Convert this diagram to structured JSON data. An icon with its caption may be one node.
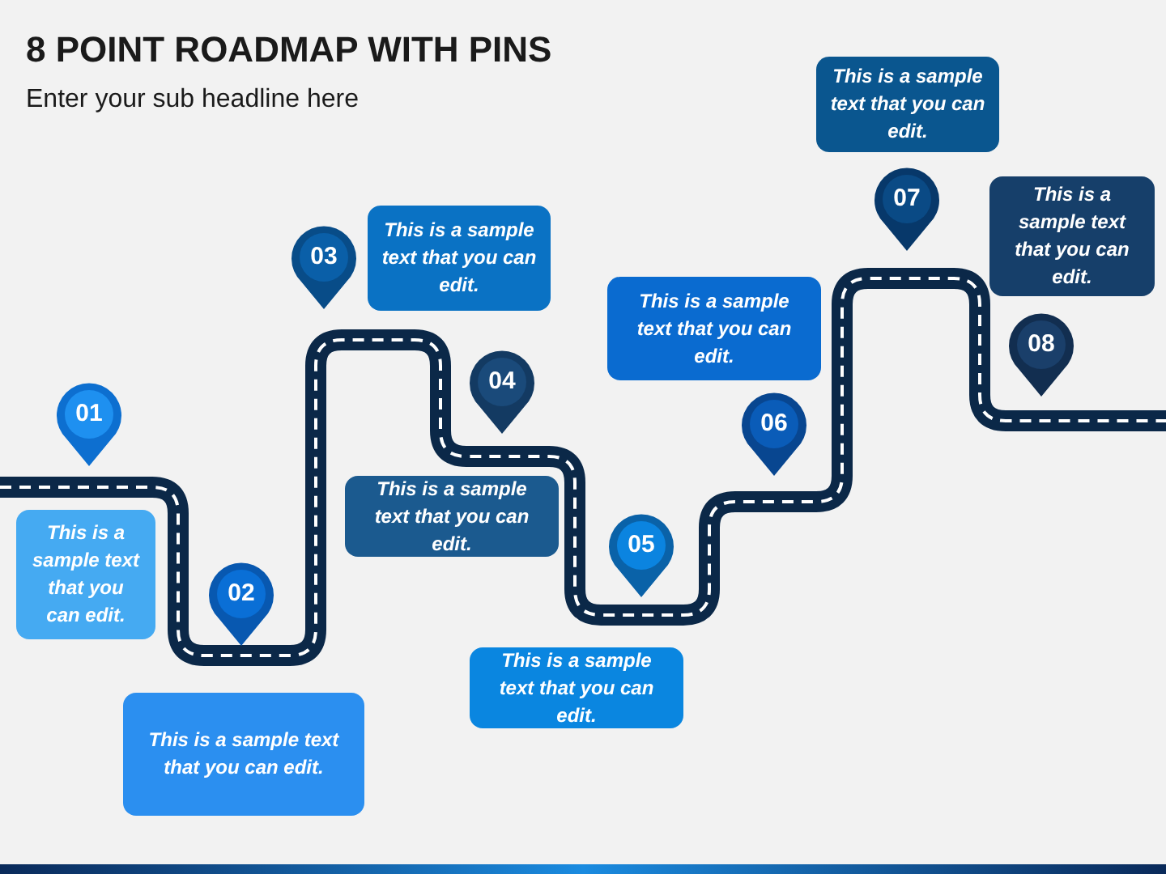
{
  "diagram": {
    "title": "8 POINT ROADMAP WITH PINS",
    "nodes": [
      {
        "text": [
          "01"
        ]
      },
      {
        "text": [
          "This is a sample text that you can edit."
        ]
      },
      {
        "text": [
          "02"
        ]
      },
      {
        "text": [
          "This is a sample text that you can edit."
        ]
      },
      {
        "text": [
          "03"
        ]
      },
      {
        "text": [
          "This is a sample text that you can edit."
        ]
      },
      {
        "text": [
          "04"
        ]
      },
      {
        "text": [
          "This is a sample text that you can edit."
        ]
      },
      {
        "text": [
          "05"
        ]
      },
      {
        "text": [
          "This is a sample text that you can edit."
        ]
      },
      {
        "text": [
          "06"
        ]
      },
      {
        "text": [
          "This is a sample text that you can edit."
        ]
      },
      {
        "text": [
          "07"
        ]
      },
      {
        "text": [
          "This is a sample text that you can edit."
        ]
      },
      {
        "text": [
          "08"
        ]
      },
      {
        "text": [
          "This is a sample text that you can edit."
        ]
      }
    ],
    "labels": [
      "Enter your sub headline here"
    ]
  }
}
